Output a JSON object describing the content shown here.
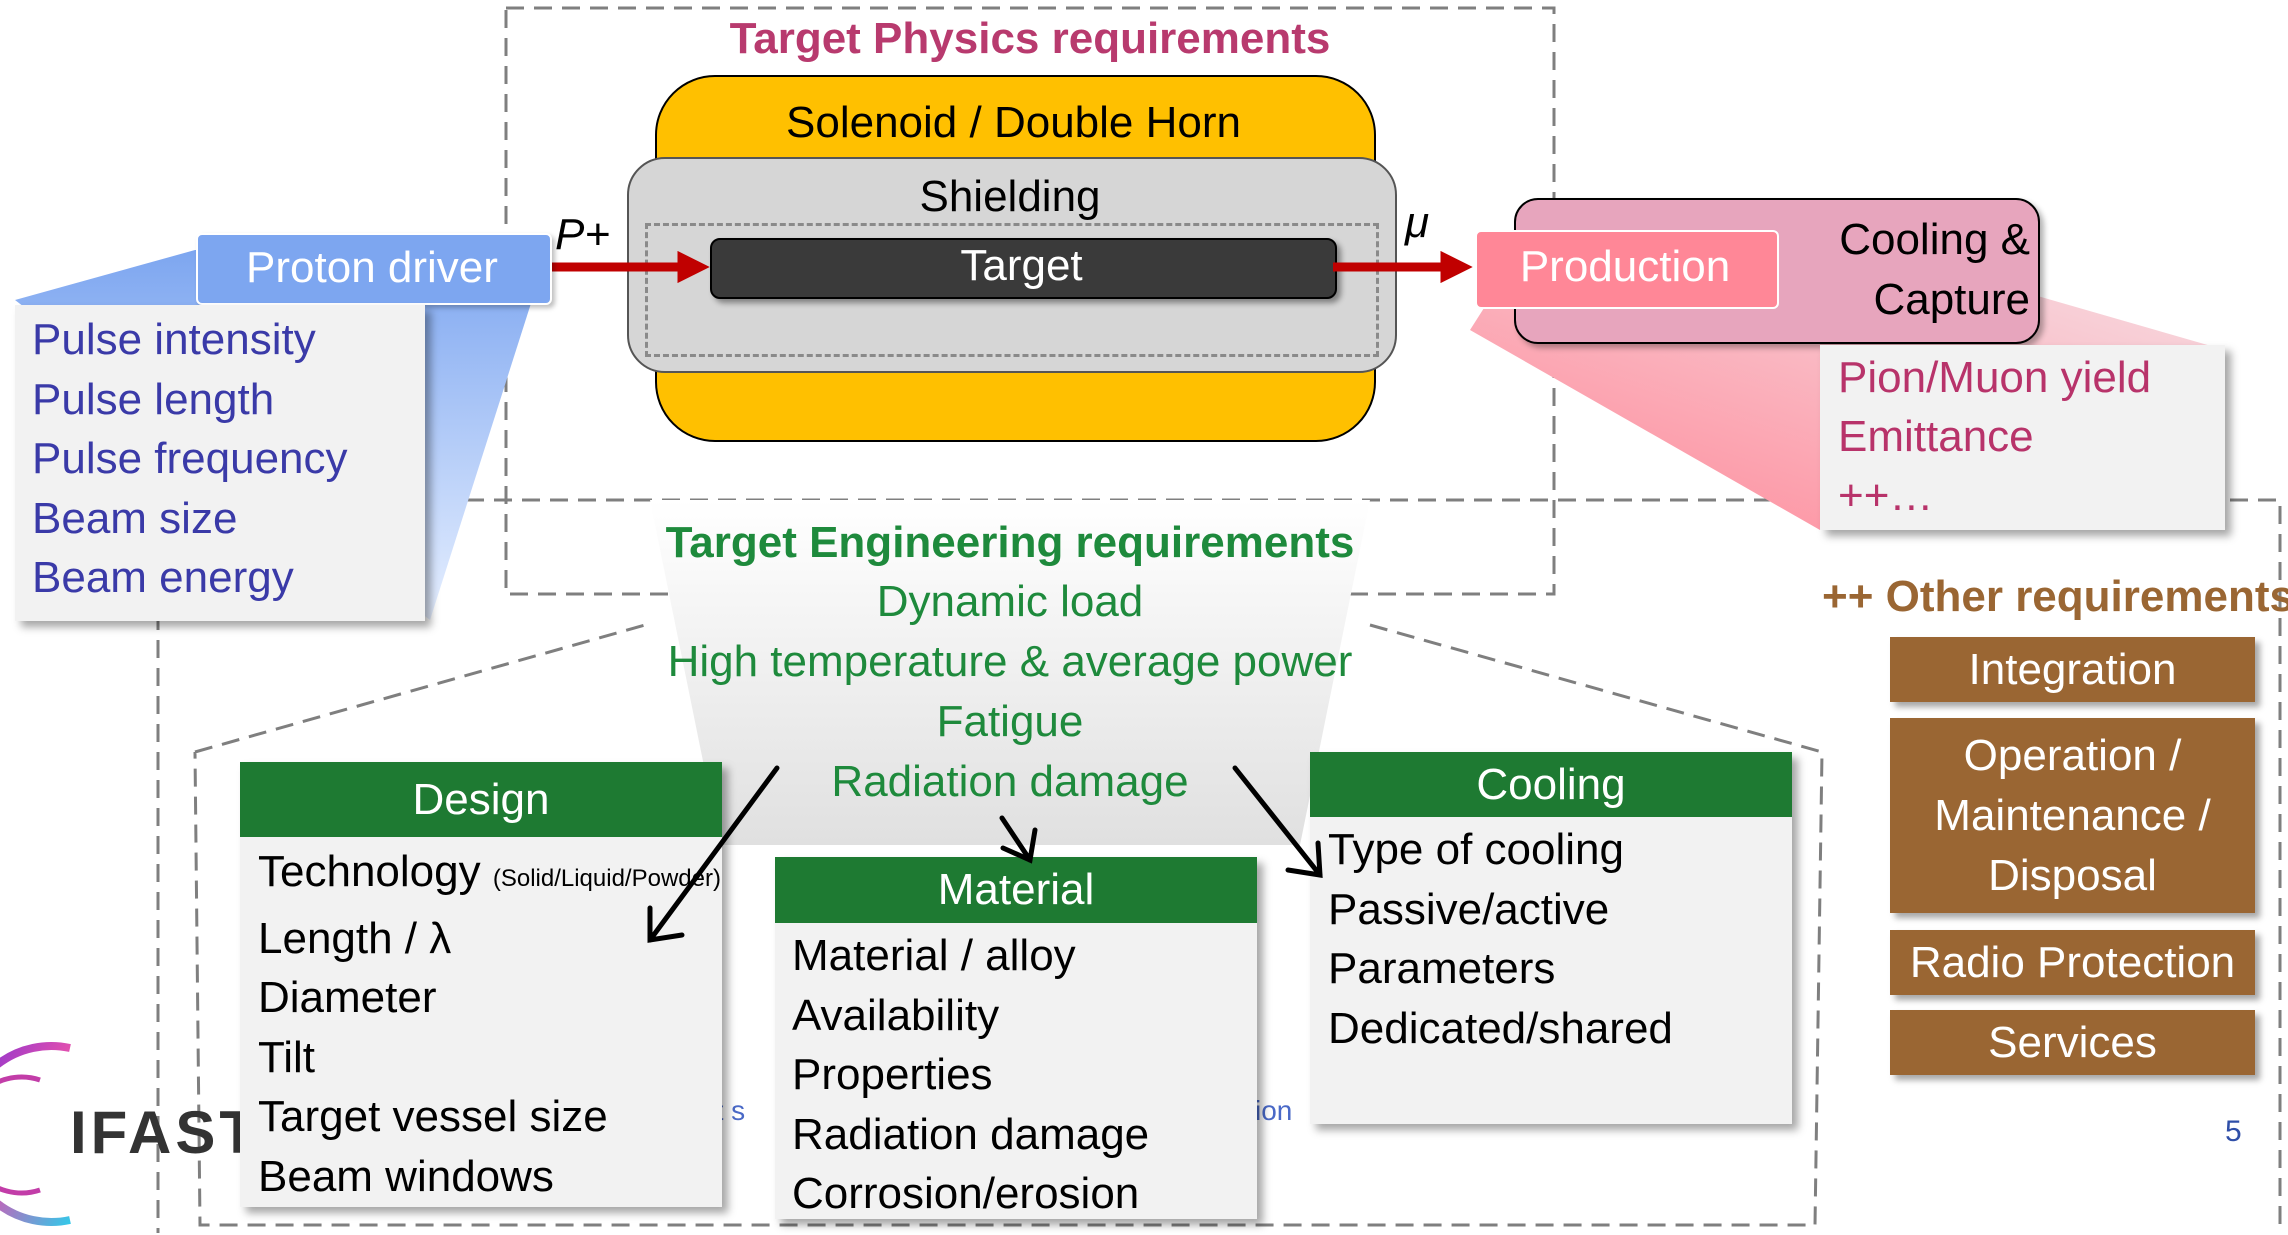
{
  "physics": {
    "title": "Target Physics requirements",
    "solenoid": "Solenoid / Double Horn",
    "shielding": "Shielding",
    "target": "Target",
    "proton_label": "P+",
    "muon_label": "μ"
  },
  "proton_driver": {
    "label": "Proton driver",
    "items": [
      "Pulse intensity",
      "Pulse length",
      "Pulse frequency",
      "Beam size",
      "Beam energy"
    ]
  },
  "production": {
    "label": "Production",
    "cooling_capture": [
      "Cooling &",
      "Capture"
    ],
    "items": [
      "Pion/Muon yield",
      "Emittance",
      "++…"
    ]
  },
  "engineering": {
    "title": "Target Engineering requirements",
    "items": [
      "Dynamic load",
      "High temperature & average power",
      "Fatigue",
      "Radiation damage"
    ]
  },
  "design": {
    "header": "Design",
    "technology": "Technology",
    "technology_note": "(Solid/Liquid/Powder)",
    "items": [
      "Length / λ",
      "Diameter",
      "Tilt",
      "Target vessel size",
      "Beam windows"
    ]
  },
  "material": {
    "header": "Material",
    "items": [
      "Material / alloy",
      "Availability",
      "Properties",
      "Radiation damage",
      "Corrosion/erosion"
    ]
  },
  "cooling": {
    "header": "Cooling",
    "items": [
      "Type of cooling",
      "Passive/active",
      "Parameters",
      "Dedicated/shared"
    ]
  },
  "other": {
    "title": "++ Other requirements",
    "integration": "Integration",
    "operation": [
      "Operation /",
      "Maintenance /",
      "Disposal"
    ],
    "radio": "Radio Protection",
    "services": "Services"
  },
  "footer": {
    "logo": "IFAST",
    "fragment_left": "et s",
    "fragment_right": "ion",
    "page_number": "5"
  },
  "colors": {
    "physics_title": "#b83a6e",
    "engineering_green": "#1e8a3c",
    "blue_text": "#3a3aa8",
    "pink_text": "#b8336a",
    "brown": "#9a6633",
    "arrow_red": "#c00000",
    "solenoid": "#ffc000"
  }
}
